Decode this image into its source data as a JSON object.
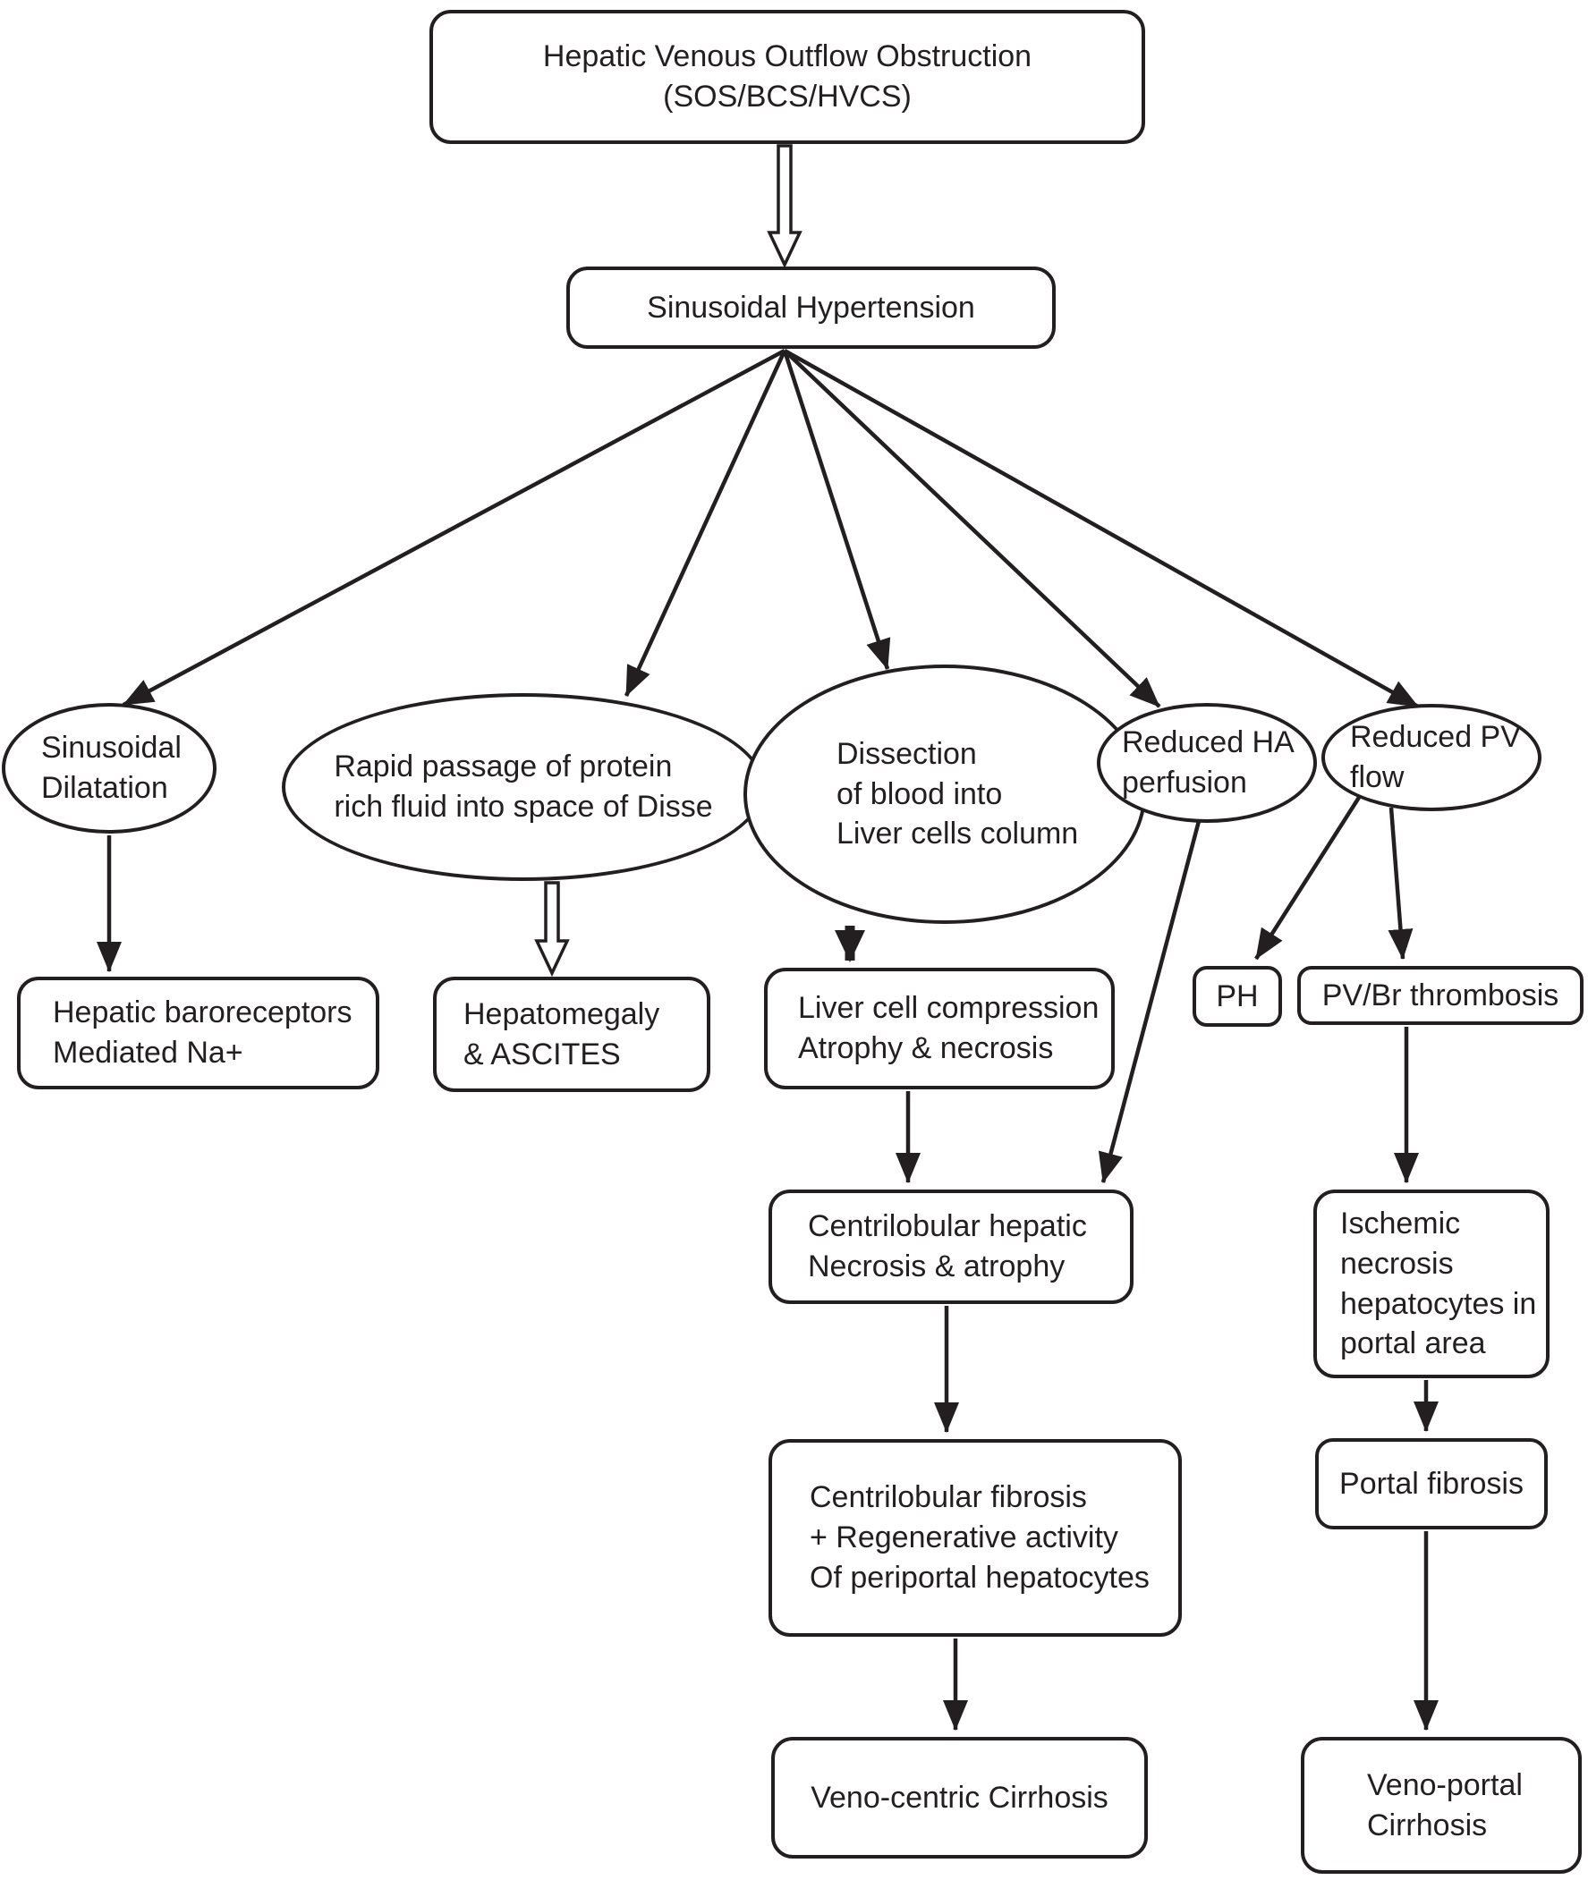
{
  "figure": {
    "type": "flowchart",
    "topic": "Pathophysiology of hepatic venous outflow obstruction"
  },
  "colors": {
    "ink": "#231f20",
    "background": "#ffffff"
  },
  "nodes": {
    "hvoo": {
      "label": "Hepatic Venous Outflow Obstruction\n(SOS/BCS/HVCS)",
      "shape": "rounded-rect"
    },
    "sinusoidal_hypertension": {
      "label": "Sinusoidal Hypertension",
      "shape": "rounded-rect"
    },
    "sinusoidal_dilatation": {
      "label": "Sinusoidal\nDilatation",
      "shape": "ellipse"
    },
    "rapid_passage": {
      "label": "Rapid passage of protein\nrich fluid into space of Disse",
      "shape": "ellipse"
    },
    "dissection": {
      "label": "Dissection\nof blood into\nLiver cells column",
      "shape": "ellipse"
    },
    "reduced_ha": {
      "label": "Reduced HA\nperfusion",
      "shape": "ellipse"
    },
    "reduced_pv": {
      "label": "Reduced PV\nflow",
      "shape": "ellipse"
    },
    "baroreceptors": {
      "label": "Hepatic baroreceptors\nMediated Na+",
      "shape": "rounded-rect"
    },
    "hepatomegaly": {
      "label": "Hepatomegaly\n& ASCITES",
      "shape": "rounded-rect"
    },
    "liver_cell_compression": {
      "label": "Liver cell compression\nAtrophy & necrosis",
      "shape": "rounded-rect"
    },
    "ph": {
      "label": "PH",
      "shape": "rounded-rect"
    },
    "pv_br_thrombosis": {
      "label": "PV/Br thrombosis",
      "shape": "rounded-rect"
    },
    "centrilobular_necrosis": {
      "label": "Centrilobular hepatic\nNecrosis & atrophy",
      "shape": "rounded-rect"
    },
    "ischemic_necrosis": {
      "label": "Ischemic\nnecrosis\nhepatocytes in\nportal area",
      "shape": "rounded-rect"
    },
    "centrilobular_fibrosis": {
      "label": "Centrilobular fibrosis\n+ Regenerative activity\nOf periportal hepatocytes",
      "shape": "rounded-rect"
    },
    "portal_fibrosis": {
      "label": "Portal fibrosis",
      "shape": "rounded-rect"
    },
    "veno_centric_cirrhosis": {
      "label": "Veno-centric Cirrhosis",
      "shape": "rounded-rect"
    },
    "veno_portal_cirrhosis": {
      "label": "Veno-portal\nCirrhosis",
      "shape": "rounded-rect"
    }
  },
  "edges": [
    {
      "id": "e0",
      "from": "hvoo",
      "to": "sinusoidal_hypertension",
      "style": "hollow"
    },
    {
      "id": "e1",
      "from": "sinusoidal_hypertension",
      "to": "sinusoidal_dilatation",
      "style": "solid"
    },
    {
      "id": "e2",
      "from": "sinusoidal_hypertension",
      "to": "rapid_passage",
      "style": "solid"
    },
    {
      "id": "e3",
      "from": "sinusoidal_hypertension",
      "to": "dissection",
      "style": "solid"
    },
    {
      "id": "e4",
      "from": "sinusoidal_hypertension",
      "to": "reduced_ha",
      "style": "solid"
    },
    {
      "id": "e5",
      "from": "sinusoidal_hypertension",
      "to": "reduced_pv",
      "style": "solid"
    },
    {
      "id": "e6",
      "from": "sinusoidal_dilatation",
      "to": "baroreceptors",
      "style": "solid"
    },
    {
      "id": "e7",
      "from": "rapid_passage",
      "to": "hepatomegaly",
      "style": "hollow"
    },
    {
      "id": "e8",
      "from": "dissection",
      "to": "liver_cell_compression",
      "style": "thick"
    },
    {
      "id": "e9",
      "from": "liver_cell_compression",
      "to": "centrilobular_necrosis",
      "style": "solid"
    },
    {
      "id": "e10",
      "from": "reduced_ha",
      "to": "centrilobular_necrosis",
      "style": "solid"
    },
    {
      "id": "e11",
      "from": "reduced_pv",
      "to": "ph",
      "style": "solid"
    },
    {
      "id": "e12",
      "from": "reduced_pv",
      "to": "pv_br_thrombosis",
      "style": "solid"
    },
    {
      "id": "e13",
      "from": "pv_br_thrombosis",
      "to": "ischemic_necrosis",
      "style": "solid"
    },
    {
      "id": "e14",
      "from": "centrilobular_necrosis",
      "to": "centrilobular_fibrosis",
      "style": "solid"
    },
    {
      "id": "e15",
      "from": "centrilobular_fibrosis",
      "to": "veno_centric_cirrhosis",
      "style": "solid"
    },
    {
      "id": "e16",
      "from": "ischemic_necrosis",
      "to": "portal_fibrosis",
      "style": "solid"
    },
    {
      "id": "e17",
      "from": "portal_fibrosis",
      "to": "veno_portal_cirrhosis",
      "style": "solid"
    }
  ]
}
